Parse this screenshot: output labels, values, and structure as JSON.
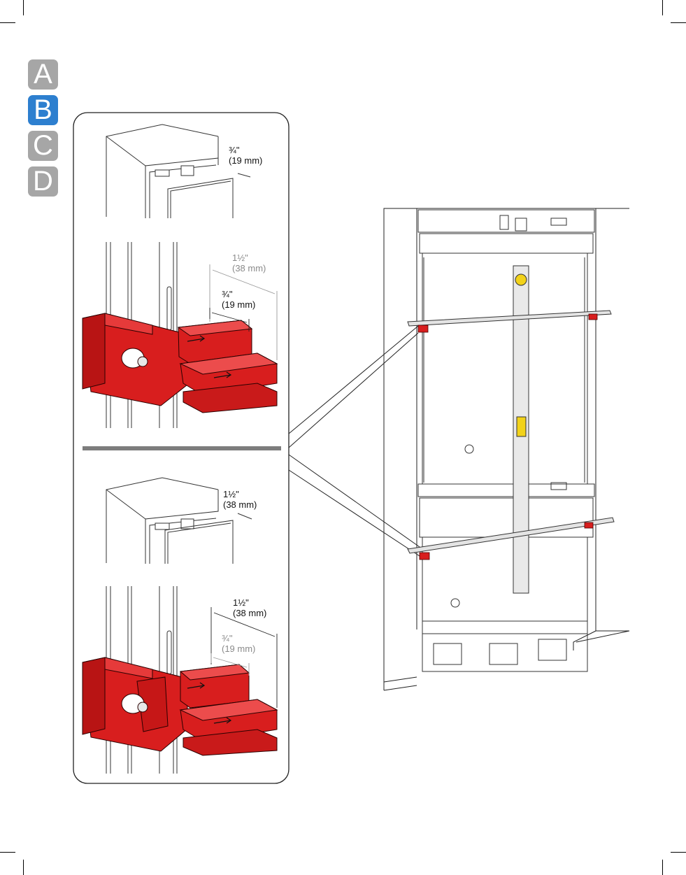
{
  "side_tabs": [
    {
      "letter": "A",
      "state": "inactive"
    },
    {
      "letter": "B",
      "state": "active"
    },
    {
      "letter": "C",
      "state": "inactive"
    },
    {
      "letter": "D",
      "state": "inactive"
    }
  ],
  "colors": {
    "tab_active": "#2d7fcf",
    "tab_inactive": "#a6a6a6",
    "bracket_red": "#d81e1e",
    "level_yellow": "#f2d21a"
  },
  "callout_top": {
    "cabinet_inset": {
      "fraction": "¾\"",
      "metric": "(19 mm)"
    },
    "bracket_grey": {
      "fraction": "1½\"",
      "metric": "(38 mm)"
    },
    "bracket_black": {
      "fraction": "¾\"",
      "metric": "(19 mm)"
    }
  },
  "callout_bottom": {
    "cabinet_inset": {
      "fraction": "1½\"",
      "metric": "(38 mm)"
    },
    "bracket_black": {
      "fraction": "1½\"",
      "metric": "(38 mm)"
    },
    "bracket_grey": {
      "fraction": "¾\"",
      "metric": "(19 mm)"
    }
  }
}
